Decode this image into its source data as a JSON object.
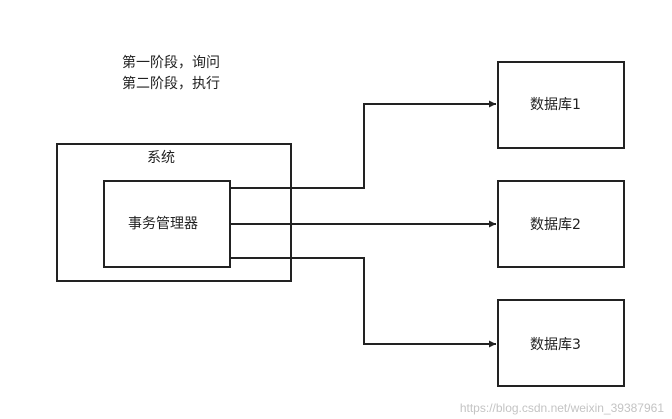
{
  "phases": {
    "phase1": "第一阶段，询问",
    "phase2": "第二阶段，执行"
  },
  "system": {
    "title": "系统"
  },
  "transaction_manager": {
    "label": "事务管理器"
  },
  "databases": [
    {
      "label": "数据库1"
    },
    {
      "label": "数据库2"
    },
    {
      "label": "数据库3"
    }
  ],
  "watermark": "https://blog.csdn.net/weixin_39387961"
}
